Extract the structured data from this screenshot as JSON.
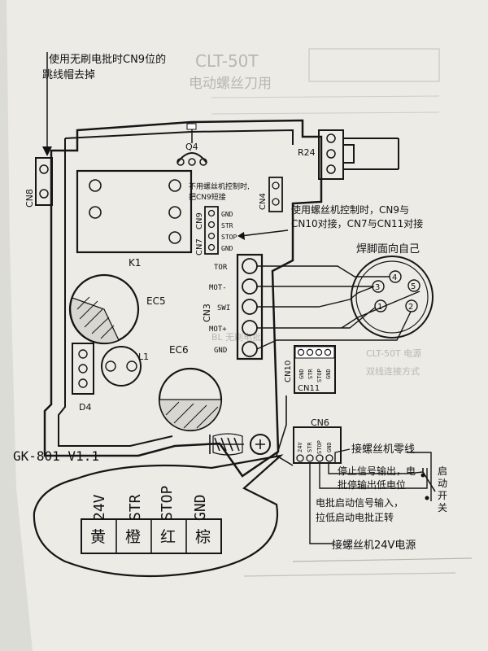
{
  "annotations": {
    "top_note_line1": "使用无刷电批时CN9位的",
    "top_note_line2": "跳线帽去掉",
    "cn9_note_line1": "不用螺丝机控制时,",
    "cn9_note_line2": "把CN9短接",
    "screw_control_line1": "使用螺丝机控制时，CN9与",
    "screw_control_line2": "CN10对接，CN7与CN11对接",
    "pins_facing": "焊脚面向自己",
    "neutral_line": "接螺丝机零线",
    "stop_line1": "停止信号输出，电",
    "stop_line2": "批停输出低电位",
    "start_line1": "电批启动信号输入，",
    "start_line2": "拉低启动电批正转",
    "power_24v": "接螺丝机24V电源",
    "start_switch": [
      "启",
      "动",
      "开",
      "关"
    ]
  },
  "board": {
    "model": "GK-801  V1.1",
    "cn8": "CN8",
    "cn9": "CN9",
    "cn7": "CN7",
    "cn4": "CN4",
    "cn3": "CN3",
    "cn6": "CN6",
    "cn10": "CN10",
    "cn11": "CN11",
    "q4": "Q4",
    "r24": "R24",
    "k1": "K1",
    "ec5": "EC5",
    "ec6": "EC6",
    "l1": "L1",
    "d4": "D4",
    "cn9_pins": [
      "GND",
      "STR",
      "STOP",
      "GND"
    ],
    "cn3_pins": [
      "TOR",
      "MOT-",
      "SWI",
      "MOT+",
      "GND"
    ],
    "cn6_pins": [
      "24V",
      "STR",
      "STOP",
      "GND"
    ],
    "cn10_pins": [
      "GND",
      "STR",
      "STOP",
      "GND"
    ],
    "cn11_pins": [
      "GND",
      "STR",
      "STOP",
      "GND"
    ]
  },
  "connector_pins": [
    "1",
    "2",
    "3",
    "4",
    "5"
  ],
  "wire_legend": [
    {
      "signal": "24V",
      "color": "黄"
    },
    {
      "signal": "STR",
      "color": "橙"
    },
    {
      "signal": "STOP",
      "color": "红"
    },
    {
      "signal": "GND",
      "color": "棕"
    }
  ],
  "background_print": {
    "title": "CLT-50T",
    "subtitle": "电动螺丝刀用",
    "lines": [
      "BL 无刷电批",
      "CLT-50T 电源",
      "双线连接方式"
    ]
  }
}
